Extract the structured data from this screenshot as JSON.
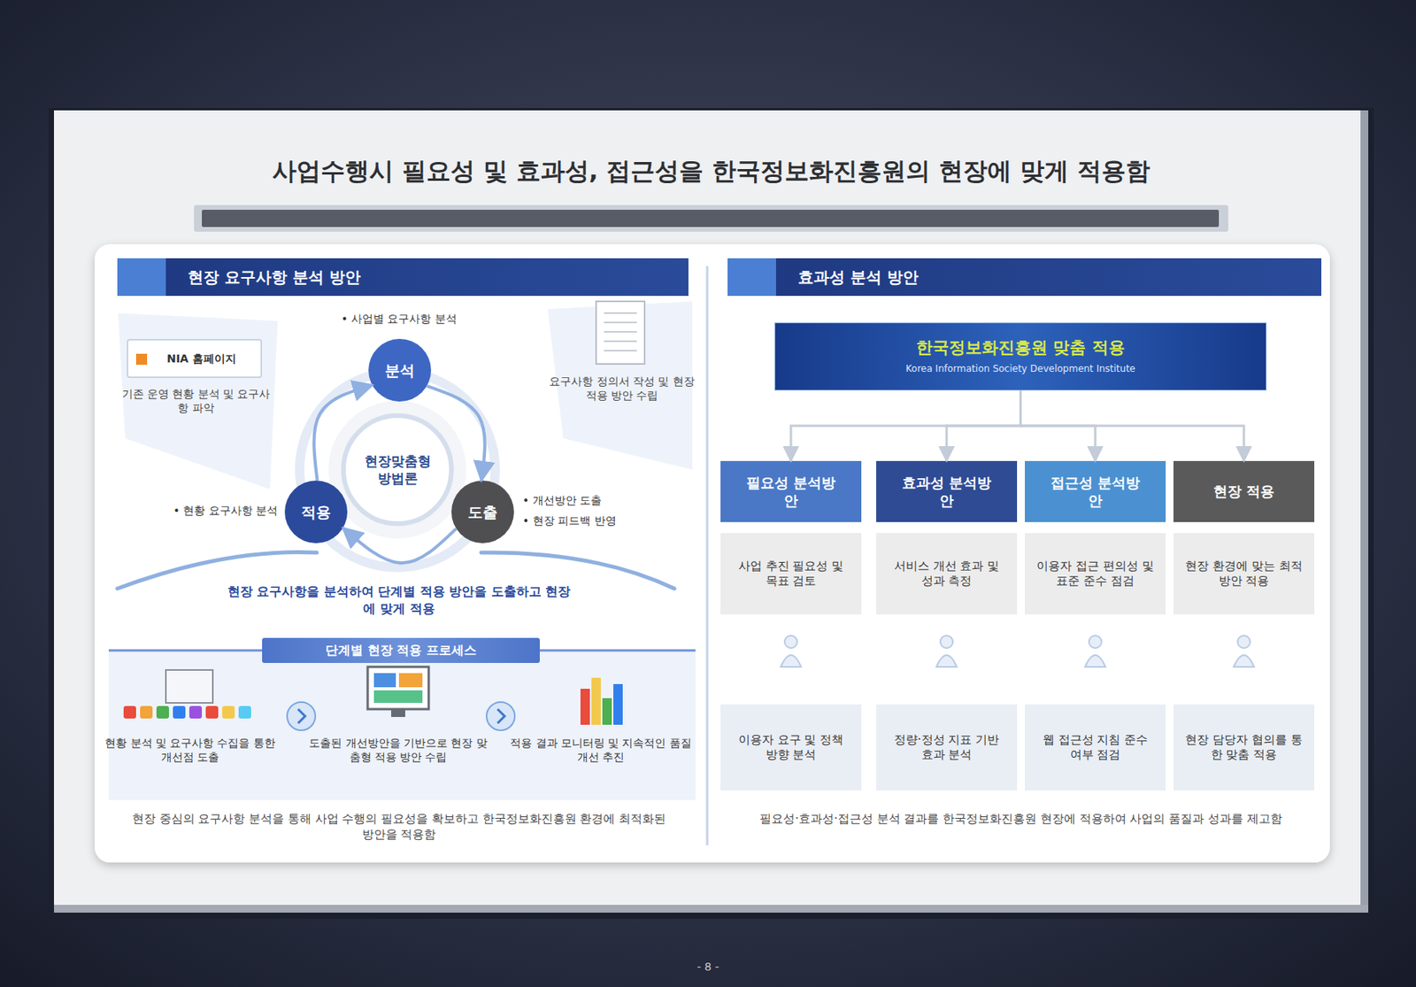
{
  "diagram": {
    "title": "사업수행시 필요성 및 효과성, 접근성을 한국정보화진흥원의 현장에 맞게 적용함",
    "nodes": [
      {
        "text": [
          "현장 요구사항 분석 방안"
        ]
      },
      {
        "text": [
          "NIA 홈페이지",
          "기존 운영 현황 분석 및 요구사항 파악"
        ]
      },
      {
        "text": [
          "분석"
        ]
      },
      {
        "text": [
          "현장맞춤형 방법론"
        ]
      },
      {
        "text": [
          "적용"
        ]
      },
      {
        "text": [
          "도출"
        ]
      },
      {
        "text": [
          "단계별 현장 적용 프로세스"
        ]
      },
      {
        "text": [
          "효과성 분석 방안"
        ]
      },
      {
        "text": [
          "한국정보화진흥원 맞춤 적용",
          "Korea Information Society Development Institute"
        ]
      },
      {
        "text": [
          "필요성 분석방안"
        ]
      },
      {
        "text": [
          "효과성 분석방안"
        ]
      },
      {
        "text": [
          "접근성 분석방안"
        ]
      },
      {
        "text": [
          "현장 적용"
        ]
      },
      {
        "text": [
          "사업 추진 필요성 및 목표 검토"
        ]
      },
      {
        "text": [
          "서비스 개선 효과 및 성과 측정"
        ]
      },
      {
        "text": [
          "이용자 접근 편의성 및 표준 준수 점검"
        ]
      },
      {
        "text": [
          "현장 환경에 맞는 최적 방안 적용"
        ]
      },
      {
        "text": [
          "이용자 요구 및 정책 방향 분석"
        ]
      },
      {
        "text": [
          "정량·정성 지표 기반 효과 분석"
        ]
      },
      {
        "text": [
          "웹 접근성 지침 준수 여부 점검"
        ]
      },
      {
        "text": [
          "현장 담당자 협의를 통한 맞춤 적용"
        ]
      }
    ],
    "edges": [
      {
        "from": 2,
        "to": 5,
        "arrow": "to"
      },
      {
        "from": 5,
        "to": 4,
        "arrow": "to"
      },
      {
        "from": 4,
        "to": 2,
        "arrow": "to"
      },
      {
        "from": 8,
        "to": 9,
        "arrow": "to"
      },
      {
        "from": 8,
        "to": 10,
        "arrow": "to"
      },
      {
        "from": 8,
        "to": 11,
        "arrow": "to"
      },
      {
        "from": 8,
        "to": 12,
        "arrow": "to"
      }
    ],
    "labels": [
      "• 사업별 요구사항 분석",
      "• 현황 요구사항 분석",
      "• 개선방안 도출",
      "• 현장 피드백 반영",
      "요구사항 정의서 작성 및 현장 적용 방안 수립",
      "현장 요구사항을 분석하여 단계별 적용 방안을 도출하고 현장에 맞게 적용",
      "현황 분석 및 요구사항 수집을 통한 개선점 도출",
      "도출된 개선방안을 기반으로 현장 맞춤형 적용 방안 수립",
      "적용 결과 모니터링 및 지속적인 품질 개선 추진",
      "현장 중심의 요구사항 분석을 통해 사업 수행의 필요성을 확보하고 한국정보화진흥원 환경에 최적화된 방안을 적용함",
      "필요성·효과성·접근성 분석 결과를 한국정보화진흥원 현장에 적용하여 사업의 품질과 성과를 제고함",
      "- 8 -"
    ]
  }
}
